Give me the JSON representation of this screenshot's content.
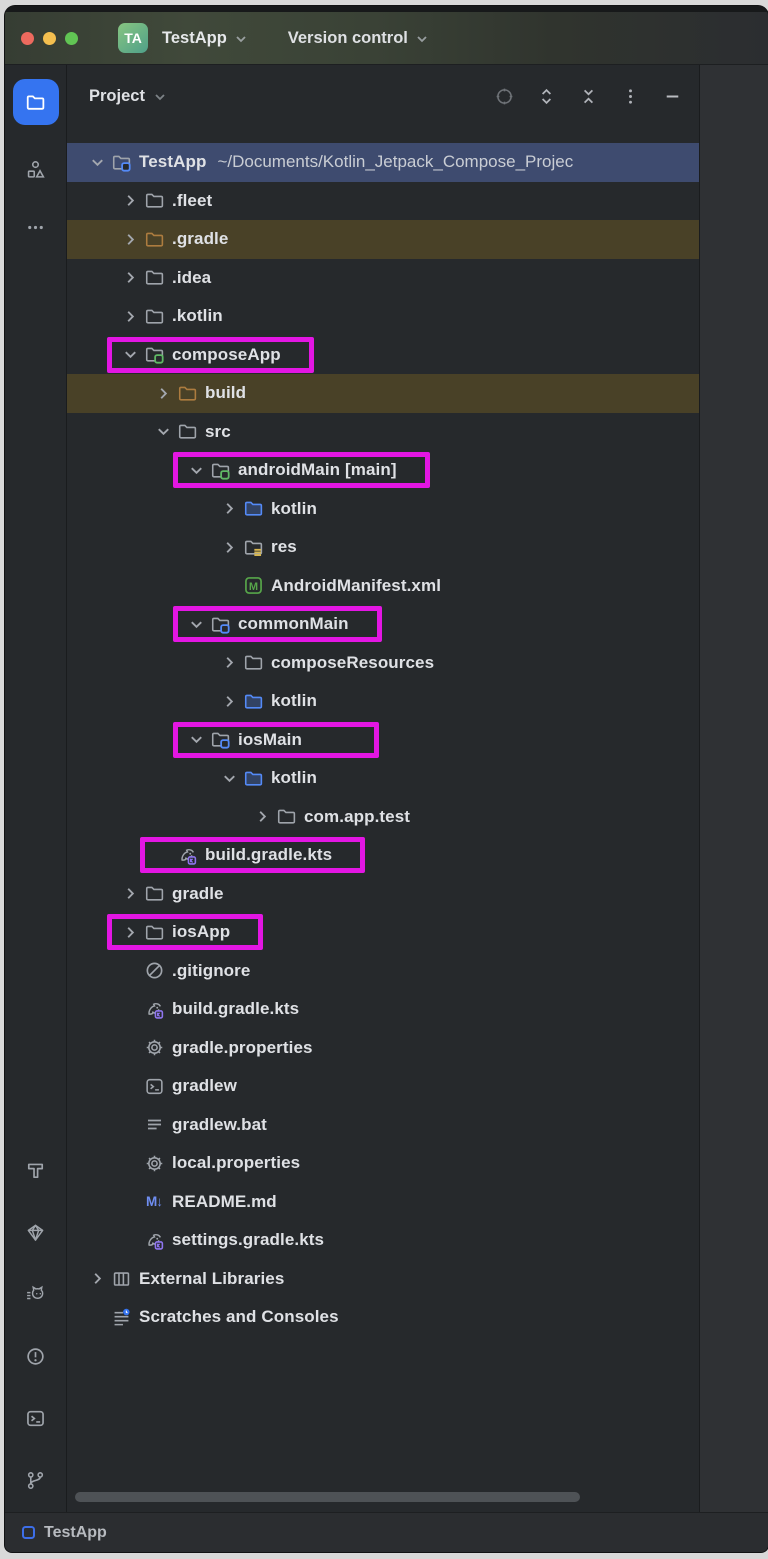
{
  "window": {
    "app_initials": "TA",
    "app_name": "TestApp",
    "menu_label": "Version control",
    "traffic_lights": [
      "#ed6a5e",
      "#f4bf4f",
      "#61c554"
    ]
  },
  "project_panel": {
    "title": "Project",
    "actions": [
      {
        "name": "locate-target-icon",
        "dim": true
      },
      {
        "name": "expand-all-icon"
      },
      {
        "name": "collapse-all-icon"
      },
      {
        "name": "more-options-kebab-icon"
      },
      {
        "name": "hide-panel-icon"
      }
    ]
  },
  "sidebar": {
    "top": [
      {
        "name": "project-tool-button",
        "icon": "folder-white-icon",
        "active": true
      },
      {
        "name": "structure-tool-button",
        "icon": "structure-icon"
      },
      {
        "name": "more-tools-button",
        "icon": "ellipsis-icon"
      }
    ],
    "bottom": [
      {
        "name": "build-tool-button",
        "icon": "hammer-icon"
      },
      {
        "name": "gem-tool-button",
        "icon": "gem-icon"
      },
      {
        "name": "logcat-tool-button",
        "icon": "cat-icon"
      },
      {
        "name": "problems-tool-button",
        "icon": "alert-circle-icon"
      },
      {
        "name": "terminal-tool-button",
        "icon": "terminal-icon"
      },
      {
        "name": "version-control-tool-button",
        "icon": "git-branch-icon"
      }
    ]
  },
  "tree": {
    "items": [
      {
        "label": "TestApp",
        "suffix": "~/Documents/Kotlin_Jetpack_Compose_Projec",
        "level": 0,
        "chevron": "down",
        "icon": "module-blue",
        "bg": "selected"
      },
      {
        "label": ".fleet",
        "level": 1,
        "chevron": "right",
        "icon": "folder"
      },
      {
        "label": ".gradle",
        "level": 1,
        "chevron": "right",
        "icon": "folder-excluded",
        "bg": "warm"
      },
      {
        "label": ".idea",
        "level": 1,
        "chevron": "right",
        "icon": "folder"
      },
      {
        "label": ".kotlin",
        "level": 1,
        "chevron": "right",
        "icon": "folder"
      },
      {
        "label": "composeApp",
        "level": 1,
        "chevron": "down",
        "icon": "module-green",
        "annotated": true
      },
      {
        "label": "build",
        "level": 2,
        "chevron": "right",
        "icon": "folder-excluded",
        "bg": "warm"
      },
      {
        "label": "src",
        "level": 2,
        "chevron": "down",
        "icon": "folder"
      },
      {
        "label": "androidMain [main]",
        "level": 3,
        "chevron": "down",
        "icon": "module-green",
        "annotated": true
      },
      {
        "label": "kotlin",
        "level": 4,
        "chevron": "right",
        "icon": "folder-src"
      },
      {
        "label": "res",
        "level": 4,
        "chevron": "right",
        "icon": "folder-res"
      },
      {
        "label": "AndroidManifest.xml",
        "level": 4,
        "chevron": "none",
        "icon": "manifest"
      },
      {
        "label": "commonMain",
        "level": 3,
        "chevron": "down",
        "icon": "module-blue",
        "annotated": true
      },
      {
        "label": "composeResources",
        "level": 4,
        "chevron": "right",
        "icon": "folder"
      },
      {
        "label": "kotlin",
        "level": 4,
        "chevron": "right",
        "icon": "folder-src"
      },
      {
        "label": "iosMain",
        "level": 3,
        "chevron": "down",
        "icon": "module-blue",
        "annotated": true,
        "annotated_wide": true
      },
      {
        "label": "kotlin",
        "level": 4,
        "chevron": "down",
        "icon": "folder-src"
      },
      {
        "label": "com.app.test",
        "level": 5,
        "chevron": "right",
        "icon": "folder"
      },
      {
        "label": "build.gradle.kts",
        "level": 2,
        "chevron": "none",
        "icon": "gradle-kts",
        "annotated": true
      },
      {
        "label": "gradle",
        "level": 1,
        "chevron": "right",
        "icon": "folder"
      },
      {
        "label": "iosApp",
        "level": 1,
        "chevron": "right",
        "icon": "folder",
        "annotated": true
      },
      {
        "label": ".gitignore",
        "level": 1,
        "chevron": "none",
        "icon": "ignore"
      },
      {
        "label": "build.gradle.kts",
        "level": 1,
        "chevron": "none",
        "icon": "gradle-kts"
      },
      {
        "label": "gradle.properties",
        "level": 1,
        "chevron": "none",
        "icon": "gear"
      },
      {
        "label": "gradlew",
        "level": 1,
        "chevron": "none",
        "icon": "terminal-file"
      },
      {
        "label": "gradlew.bat",
        "level": 1,
        "chevron": "none",
        "icon": "text-file"
      },
      {
        "label": "local.properties",
        "level": 1,
        "chevron": "none",
        "icon": "gear"
      },
      {
        "label": "README.md",
        "level": 1,
        "chevron": "none",
        "icon": "markdown"
      },
      {
        "label": "settings.gradle.kts",
        "level": 1,
        "chevron": "none",
        "icon": "gradle-kts"
      },
      {
        "label": "External Libraries",
        "level": 0,
        "chevron": "right",
        "icon": "library"
      },
      {
        "label": "Scratches and Consoles",
        "level": 0,
        "chevron": "none",
        "icon": "scratches"
      }
    ]
  },
  "status_bar": {
    "project": "TestApp"
  },
  "colors": {
    "accent_blue": "#3574F0",
    "annotation_magenta": "#E316E3",
    "selected_row": "#3E4B6F",
    "excluded_row": "#494127",
    "panel_bg": "#26292C",
    "editor_bg": "#2F3134",
    "titlebar_green": "#40493A",
    "icon_gray": "#9FA4AB",
    "folder_orange": "#AD7C3F",
    "folder_blue": "#548AF7",
    "badge_green": "#5FB865",
    "badge_blue": "#548AF7",
    "res_yellow": "#D7B64F",
    "manifest_green": "#57A64A",
    "gradle_badge_purple": "#8F75EF",
    "markdown_blue": "#6F8EF2",
    "scratch_badge_blue": "#3574F0",
    "text_light": "#DFE1E5"
  }
}
